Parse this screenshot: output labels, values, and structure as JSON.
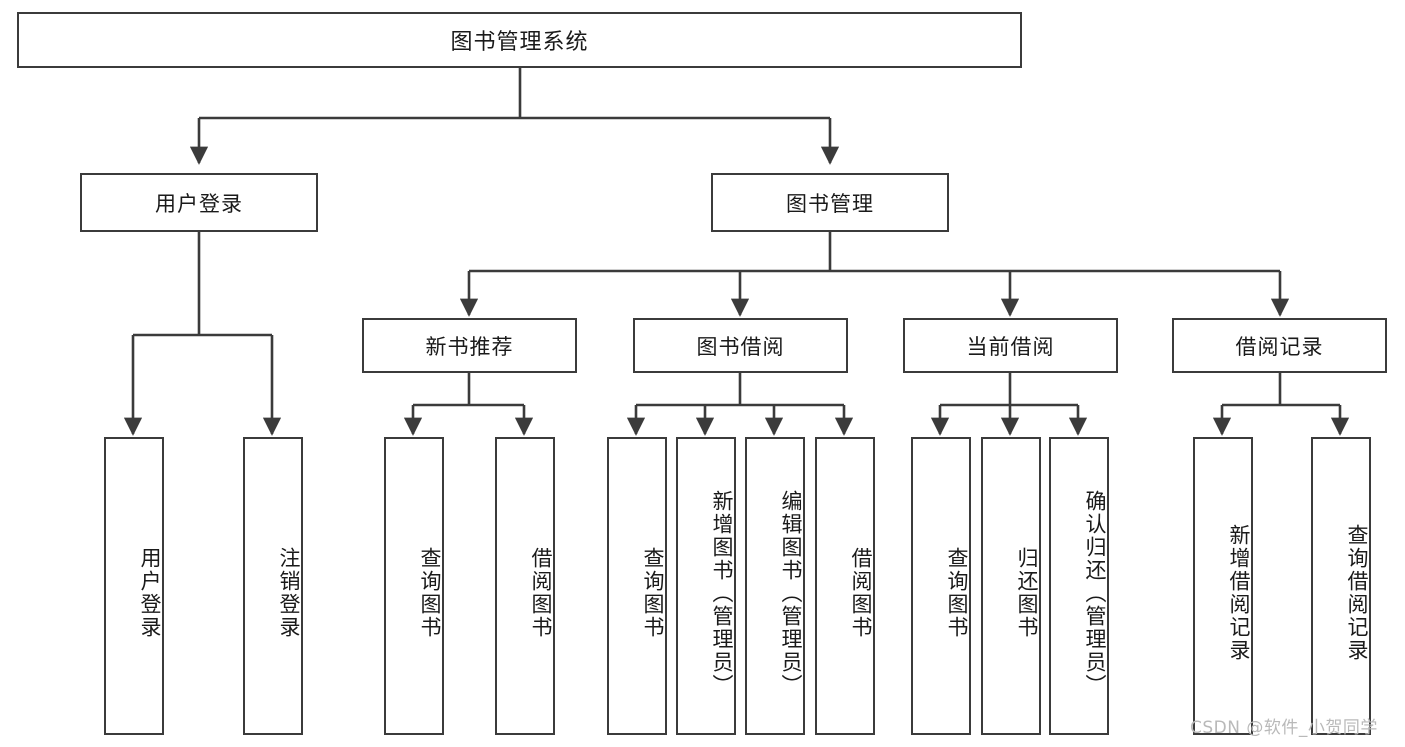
{
  "diagram": {
    "title": "图书管理系统",
    "type": "tree-hierarchy",
    "root": {
      "label": "图书管理系统"
    },
    "level2": [
      {
        "label": "用户登录"
      },
      {
        "label": "图书管理"
      }
    ],
    "level3": [
      {
        "label": "新书推荐"
      },
      {
        "label": "图书借阅"
      },
      {
        "label": "当前借阅"
      },
      {
        "label": "借阅记录"
      }
    ],
    "leaves": {
      "user_login": [
        {
          "label": "用户登录"
        },
        {
          "label": "注销登录"
        }
      ],
      "new_book_recommend": [
        {
          "label": "查询图书"
        },
        {
          "label": "借阅图书"
        }
      ],
      "book_borrow": [
        {
          "label": "查询图书"
        },
        {
          "label": "新增图书（管理员）"
        },
        {
          "label": "编辑图书（管理员）"
        },
        {
          "label": "借阅图书"
        }
      ],
      "current_borrow": [
        {
          "label": "查询图书"
        },
        {
          "label": "归还图书"
        },
        {
          "label": "确认归还（管理员）"
        }
      ],
      "borrow_record": [
        {
          "label": "新增借阅记录"
        },
        {
          "label": "查询借阅记录"
        }
      ]
    },
    "colors": {
      "stroke": "#3b3b3b",
      "fill": "#ffffff",
      "text": "#1a1a1a",
      "watermark": "#b9b9b9"
    }
  },
  "watermark": {
    "text": "CSDN @软件_小贺同学"
  }
}
